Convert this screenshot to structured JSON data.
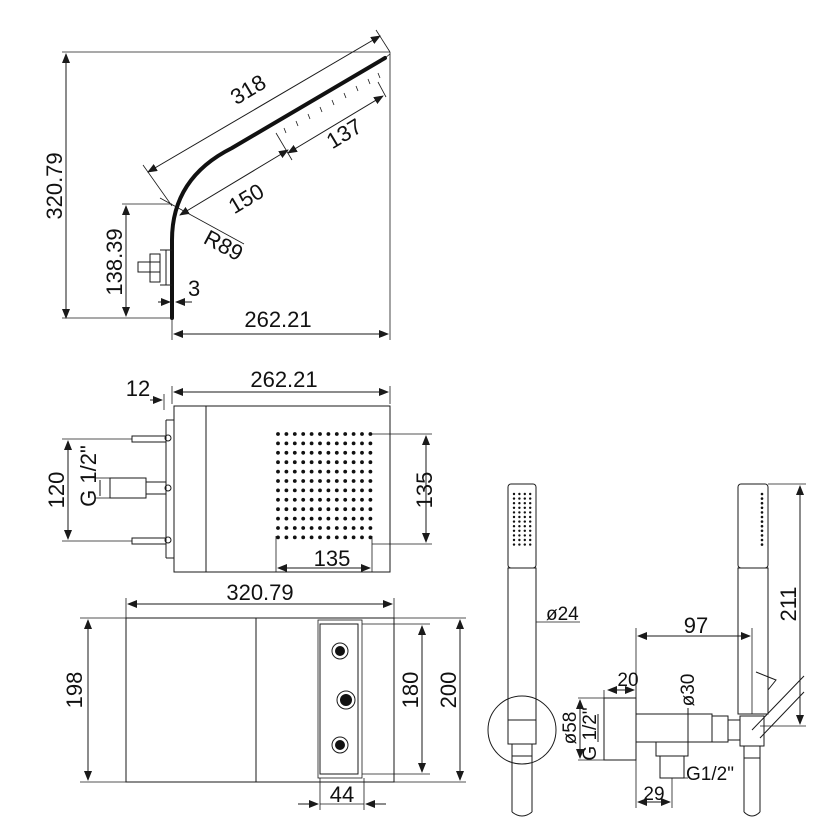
{
  "side_view": {
    "overall_length": "318",
    "overall_height": "320.79",
    "spray_length": "137",
    "arm_length": "150",
    "bend_radius": "R89",
    "wall_height": "138.39",
    "thickness": "3",
    "depth": "262.21"
  },
  "top_view": {
    "plate_offset": "12",
    "depth": "262.21",
    "inlet_spacing": "120",
    "thread": "G 1/2\"",
    "nozzle_field_height": "135",
    "nozzle_field_width": "135"
  },
  "front_view": {
    "width": "320.79",
    "body_height": "198",
    "panel_height": "180",
    "overall_height": "200",
    "control_width": "44"
  },
  "hand_shower_front": {
    "diameter": "ø24",
    "plate_diameter": "ø58"
  },
  "hand_shower_side": {
    "reach": "97",
    "height": "211",
    "flange": "20",
    "outlet_diameter": "ø30",
    "inlet_thread": "G 1/2\"",
    "outlet_thread": "G1/2\"",
    "offset": "29"
  },
  "colors": {
    "line": "#1a1a1a",
    "background": "#ffffff"
  }
}
